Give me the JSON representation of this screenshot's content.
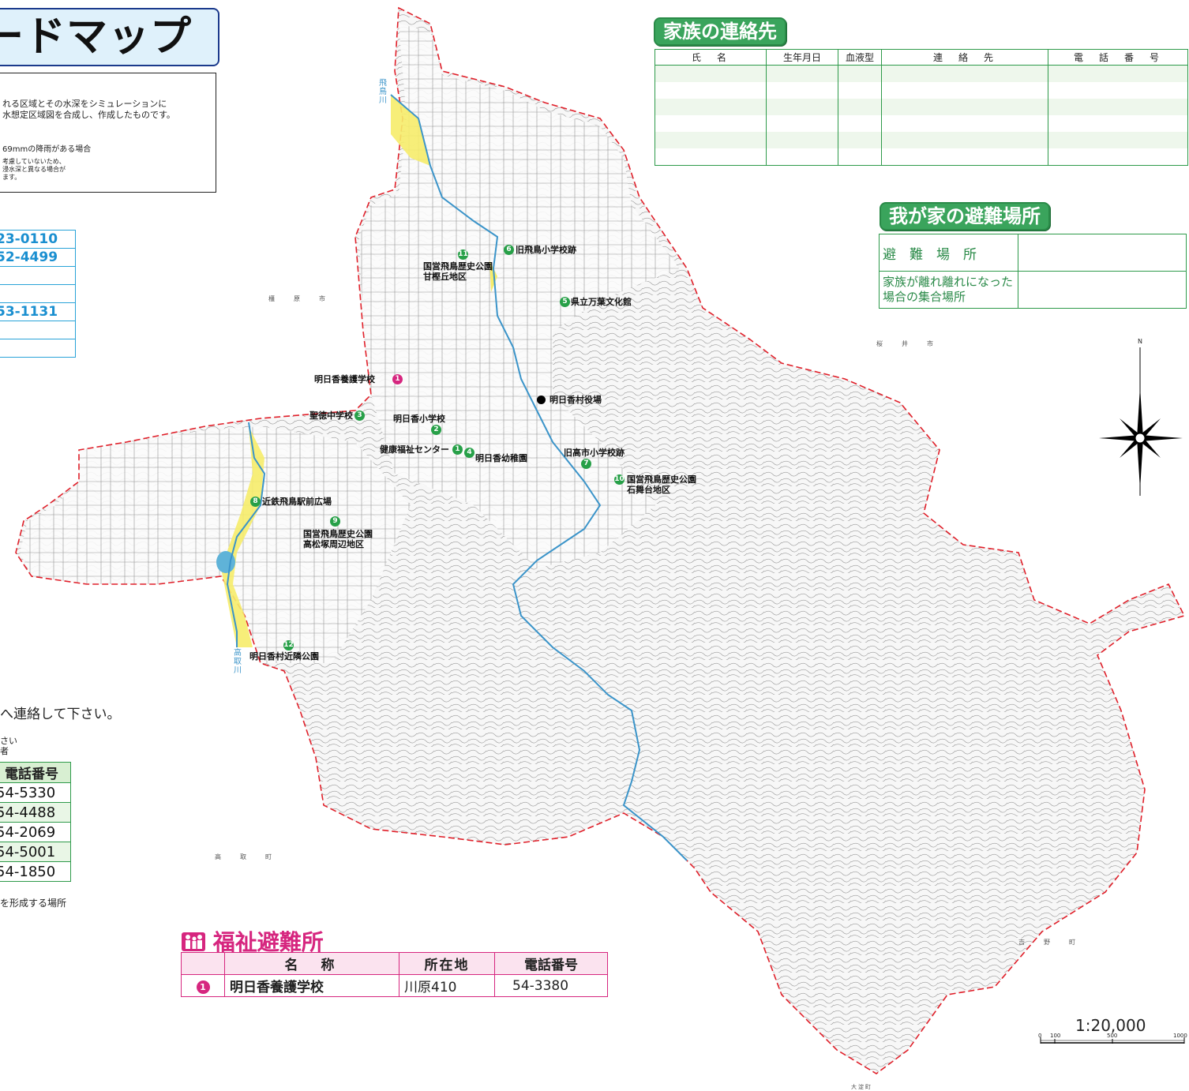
{
  "title": "ードマップ",
  "description": {
    "line1": "れる区域とその水深をシミュレーションに",
    "line2": "水想定区域図を合成し、作成したものです。",
    "line3": "69mmの降雨がある場合",
    "line4": "考慮していないため、",
    "line5": "浸水深と異なる場合が",
    "line6": "ます。"
  },
  "phones": [
    "23-0110",
    "52-4499",
    "",
    "",
    "53-1131",
    "",
    ""
  ],
  "contact_note": "へ連絡して下さい。",
  "small_notes": [
    "さい",
    "者"
  ],
  "numbers_table": {
    "header": "電話番号",
    "rows": [
      "54-5330",
      "54-4488",
      "54-2069",
      "54-5001",
      "54-1850"
    ]
  },
  "form_note": "を形成する場所",
  "family": {
    "title": "家族の連絡先",
    "columns": [
      "氏　名",
      "生年月日",
      "血液型",
      "連　絡　先",
      "電　話　番　号"
    ]
  },
  "shelter": {
    "title": "我が家の避難場所",
    "row1": "避　難　場　所",
    "row2a": "家族が離れ離れになった",
    "row2b": "場合の集合場所"
  },
  "welfare": {
    "title": "福祉避難所",
    "columns": [
      "名　称",
      "所在地",
      "電話番号"
    ],
    "row": {
      "num": "1",
      "name": "明日香養護学校",
      "address": "川原410",
      "phone": "54-3380"
    }
  },
  "places": [
    {
      "num": "11",
      "name": "国営飛鳥歴史公園",
      "name2": "甘樫丘地区"
    },
    {
      "num": "6",
      "name": "旧飛鳥小学校跡"
    },
    {
      "num": "5",
      "name": "県立万葉文化館"
    },
    {
      "num": "1",
      "name": "明日香養護学校",
      "type": "pink"
    },
    {
      "num": "",
      "name": "明日香村役場",
      "type": "black"
    },
    {
      "num": "3",
      "name": "聖徳中学校"
    },
    {
      "num": "2",
      "name": "明日香小学校"
    },
    {
      "num": "1",
      "name": "健康福祉センター"
    },
    {
      "num": "4",
      "name": "明日香幼稚園"
    },
    {
      "num": "7",
      "name": "旧高市小学校跡"
    },
    {
      "num": "10",
      "name": "国営飛鳥歴史公園",
      "name2": "石舞台地区"
    },
    {
      "num": "8",
      "name": "近鉄飛鳥駅前広場"
    },
    {
      "num": "9",
      "name": "国営飛鳥歴史公園",
      "name2": "高松塚周辺地区"
    },
    {
      "num": "12",
      "name": "明日香村近隣公園"
    }
  ],
  "rivers": {
    "asuka": "飛鳥川",
    "takatori": "高取川"
  },
  "towns": {
    "kashihara": "橿原市",
    "sakurai": "桜井市",
    "takatori": "高取町",
    "yoshino": "吉野町",
    "oyodo": "大淀町"
  },
  "compass": {
    "north": "N"
  },
  "scale": {
    "label": "1:20,000",
    "ticks": [
      "0",
      "100",
      "500",
      "1000"
    ]
  }
}
